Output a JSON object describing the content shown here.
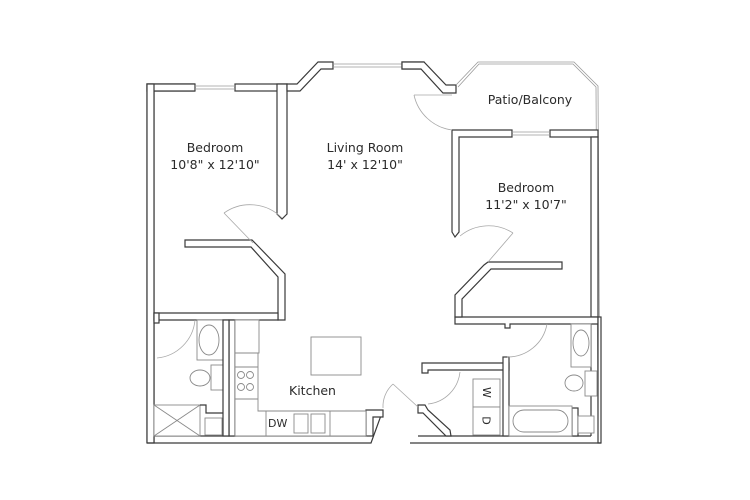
{
  "floorplan": {
    "rooms": [
      {
        "id": "bedroom-1",
        "name": "Bedroom",
        "dimensions": "10'8\" x 12'10\""
      },
      {
        "id": "living-room",
        "name": "Living Room",
        "dimensions": "14' x 12'10\""
      },
      {
        "id": "bedroom-2",
        "name": "Bedroom",
        "dimensions": "11'2\" x 10'7\""
      },
      {
        "id": "patio",
        "name": "Patio/Balcony",
        "dimensions": ""
      },
      {
        "id": "kitchen",
        "name": "Kitchen",
        "dimensions": ""
      }
    ],
    "appliances": {
      "dishwasher": "DW",
      "washer": "W",
      "dryer": "D"
    },
    "colors": {
      "wall": "#3a3a3a",
      "fixture": "#8a8a8a",
      "background": "#ffffff"
    }
  }
}
